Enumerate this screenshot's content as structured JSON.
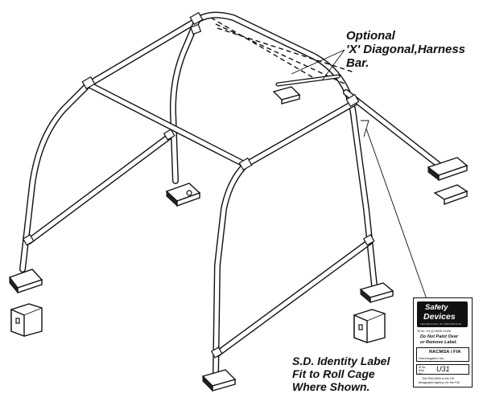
{
  "callouts": {
    "harness_lines": [
      "Optional",
      "'X' Diagonal,Harness",
      "Bar."
    ],
    "label_lines": [
      "S.D. Identity Label",
      "Fit to Roll Cage",
      "Where Shown."
    ]
  },
  "id_label": {
    "brand_line1": "Safety",
    "brand_line2": "Devices",
    "brand_sub": "TECHNOLOGY OF PROTECTION",
    "tel": "Tel No: +44 (0) 01638 724200",
    "warning_line1": "Do Not Paint Over",
    "warning_line2": "or Remove Label.",
    "body": "RACMSA / FIA",
    "homologation": "Homologation No.",
    "id_prefix": "ID No. MSA No.",
    "id_value": "U31",
    "footer_line1": "The RACMSA is the UK",
    "footer_line2": "designated Agency for the FIA"
  }
}
